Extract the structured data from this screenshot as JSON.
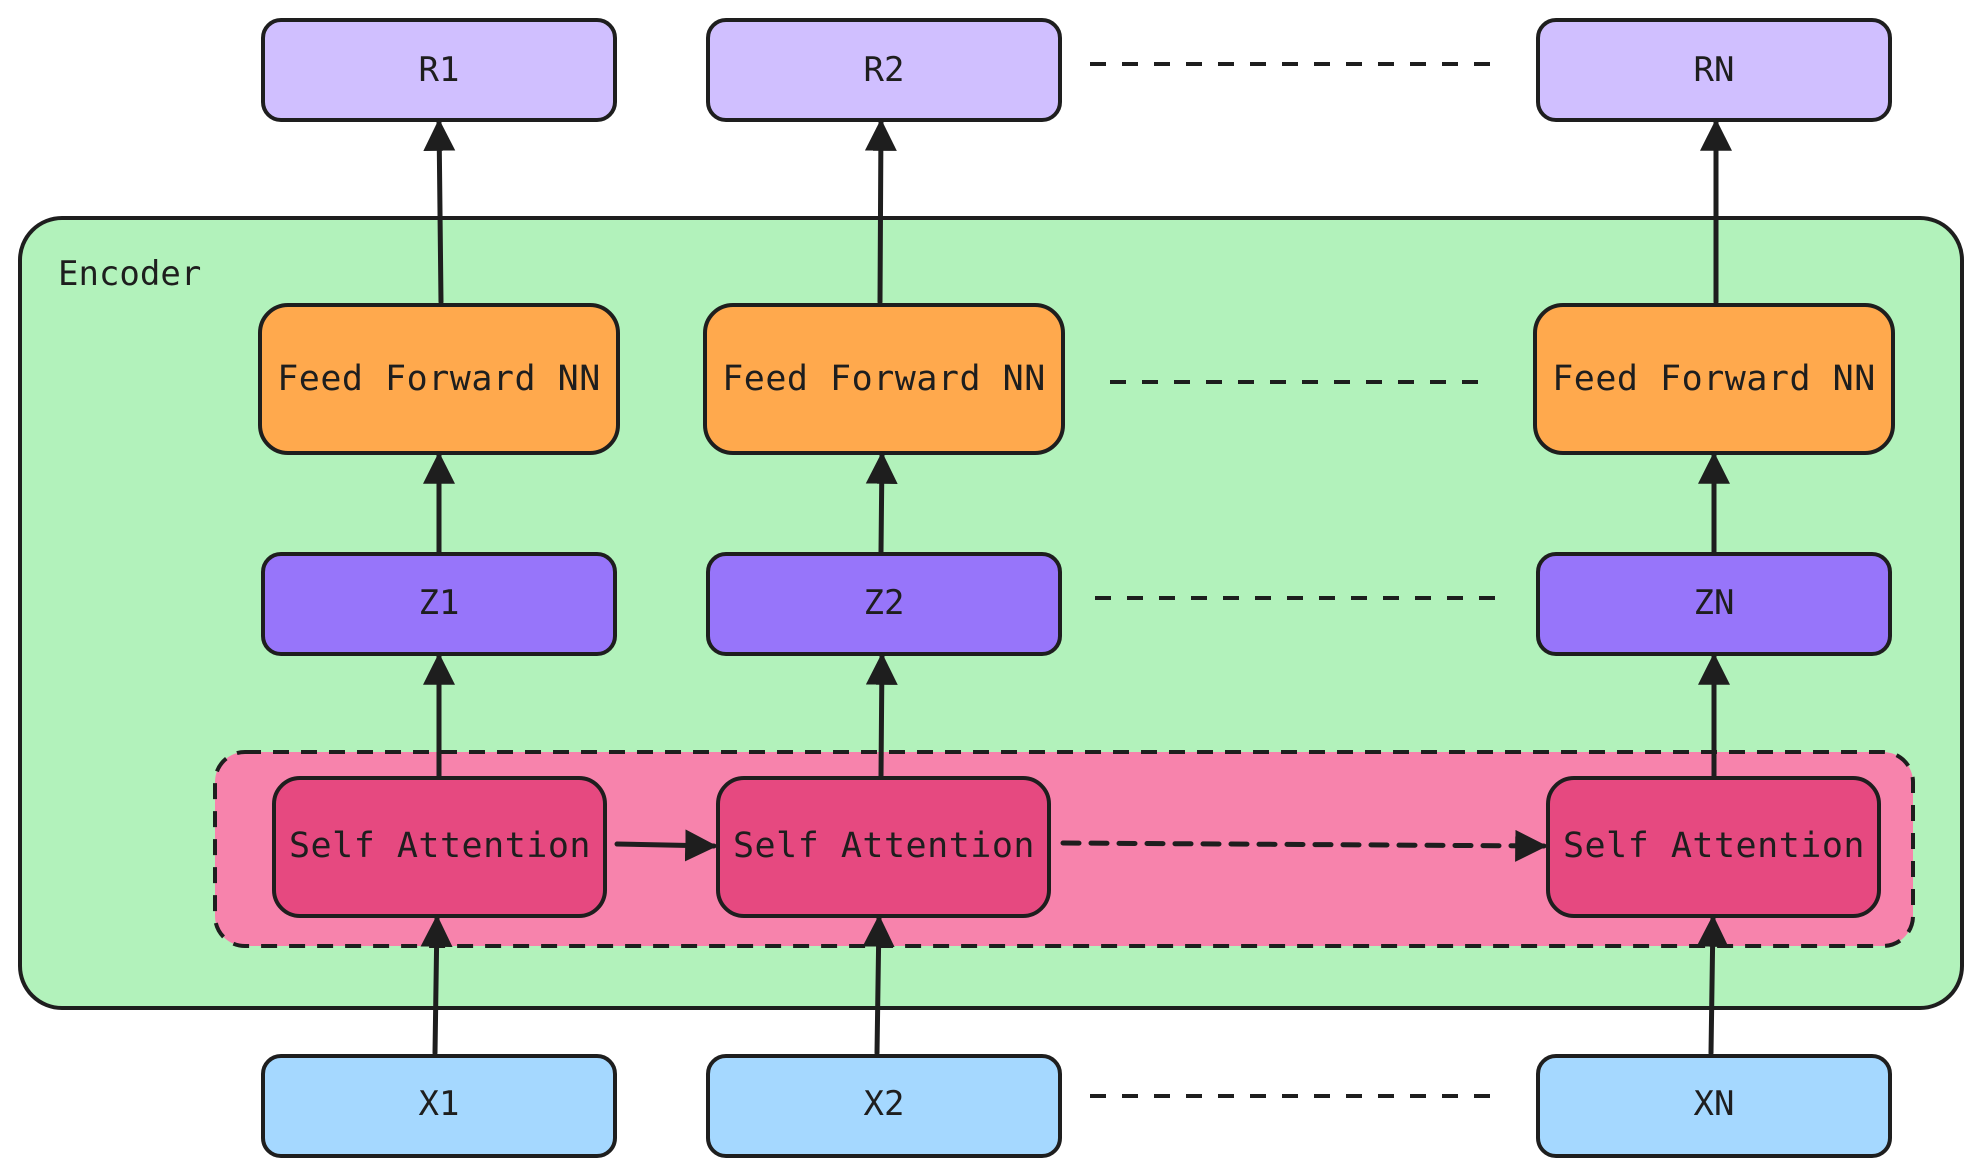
{
  "colors": {
    "encoder_fill": "#b2f2bb",
    "attention_group_fill": "#f783ac",
    "output_fill": "#d0bfff",
    "ffnn_fill": "#ffa94d",
    "z_fill": "#9775fa",
    "attention_fill": "#e64980",
    "input_fill": "#a5d8ff",
    "stroke": "#1e1e1e"
  },
  "encoder": {
    "label": "Encoder"
  },
  "outputs": [
    "R1",
    "R2",
    "RN"
  ],
  "feed_forward": [
    "Feed Forward NN",
    "Feed Forward NN",
    "Feed Forward NN"
  ],
  "z_vectors": [
    "Z1",
    "Z2",
    "ZN"
  ],
  "self_attention": [
    "Self Attention",
    "Self Attention",
    "Self Attention"
  ],
  "inputs": [
    "X1",
    "X2",
    "XN"
  ]
}
